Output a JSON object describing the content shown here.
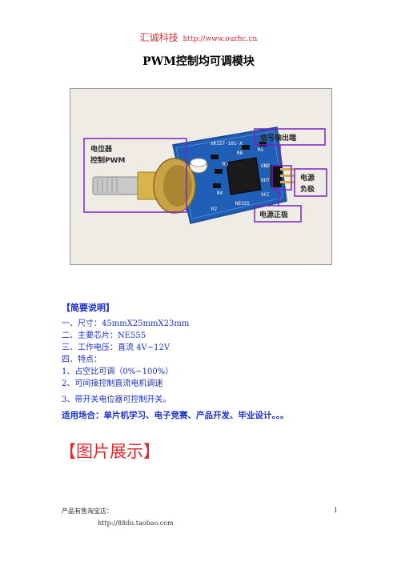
{
  "header": {
    "company": "汇诚科技",
    "url": "http://www.ourhc.cn"
  },
  "title": "PWM控制均可调模块",
  "photo": {
    "callouts": {
      "potentiometer": [
        "电位器",
        "控制PWM"
      ],
      "signal_output": "信号输出端",
      "power_negative": [
        "电源",
        "负极"
      ],
      "power_positive": "电源正极"
    },
    "board_text": {
      "top_label": "xK157-101-X",
      "r8": "R8",
      "r3": "R3",
      "r4": "R4",
      "r2": "R2",
      "ne555": "NE555",
      "r5": "R5",
      "vcc": "VCC",
      "gnd": "GND",
      "out": "OUT"
    }
  },
  "brief": {
    "heading": "【简要说明】",
    "items": [
      "一、尺寸：45mmX25mmX23mm",
      "二、主要芯片：NE555",
      "三、工作电压：直流 4V~12V",
      "四、特点：",
      "1、占空比可调（0%~100%）",
      "2、可间接控制直流电机调速",
      "3、带开关电位器可控制开关。"
    ],
    "applications": "适用场合：单片机学习、电子竞赛、产品开发、毕业设计。。。"
  },
  "gallery": {
    "heading": "【图片展示】"
  },
  "footer": {
    "shop": "产品有售淘宝店：",
    "url": "http://88du.taobao.com",
    "page": "1"
  },
  "colors": {
    "accent_red": "#e0282e",
    "text_blue": "#1b2fc9",
    "callout_purple": "#7a24c8",
    "pcb_blue": "#1f5fb8"
  }
}
